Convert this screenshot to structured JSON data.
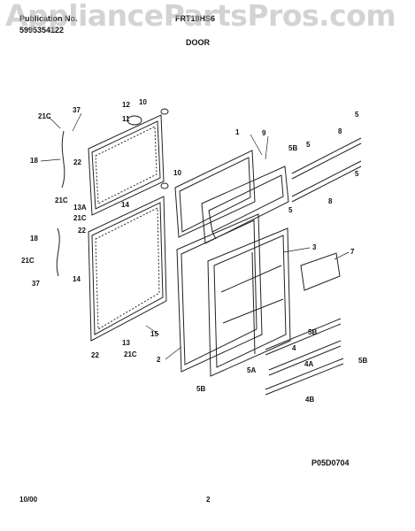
{
  "header": {
    "publication_label": "Publication No.",
    "publication_number": "5995354122",
    "model_label": "FRT18HS6",
    "section_title": "DOOR"
  },
  "watermark": "AppliancePartsPros.com",
  "callouts": [
    "1",
    "3",
    "4",
    "4A",
    "4B",
    "5",
    "5",
    "5",
    "5",
    "5A",
    "5B",
    "5B",
    "5B",
    "7",
    "8",
    "8",
    "9",
    "10",
    "10",
    "11",
    "12",
    "13",
    "13A",
    "14",
    "14",
    "15",
    "18",
    "18",
    "21C",
    "21C",
    "21C",
    "21C",
    "21C",
    "22",
    "22",
    "22",
    "37",
    "37",
    "2",
    "5B"
  ],
  "drawing_code": "P05D0704",
  "footer": {
    "date": "10/00",
    "page": "2"
  },
  "colors": {
    "line": "#222222",
    "watermark": "#b0b0b0"
  }
}
